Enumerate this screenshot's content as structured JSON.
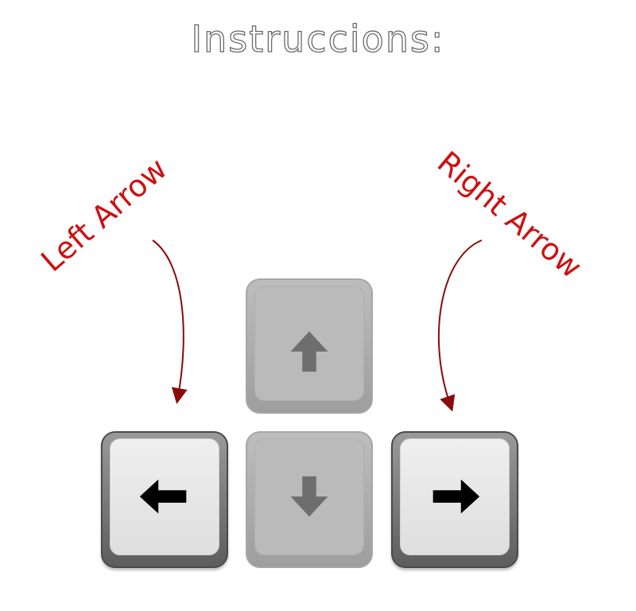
{
  "title": "Instruccions:",
  "annotations": {
    "left": "Left Arrow",
    "right": "Right Arrow"
  },
  "keys": [
    {
      "name": "up",
      "icon": "arrow-up-icon",
      "state": "disabled"
    },
    {
      "name": "left",
      "icon": "arrow-left-icon",
      "state": "active"
    },
    {
      "name": "down",
      "icon": "arrow-down-icon",
      "state": "disabled"
    },
    {
      "name": "right",
      "icon": "arrow-right-icon",
      "state": "active"
    }
  ],
  "colors": {
    "annotation": "#cc1111",
    "active_arrow": "#000000",
    "disabled_arrow": "#6e6e6e"
  }
}
